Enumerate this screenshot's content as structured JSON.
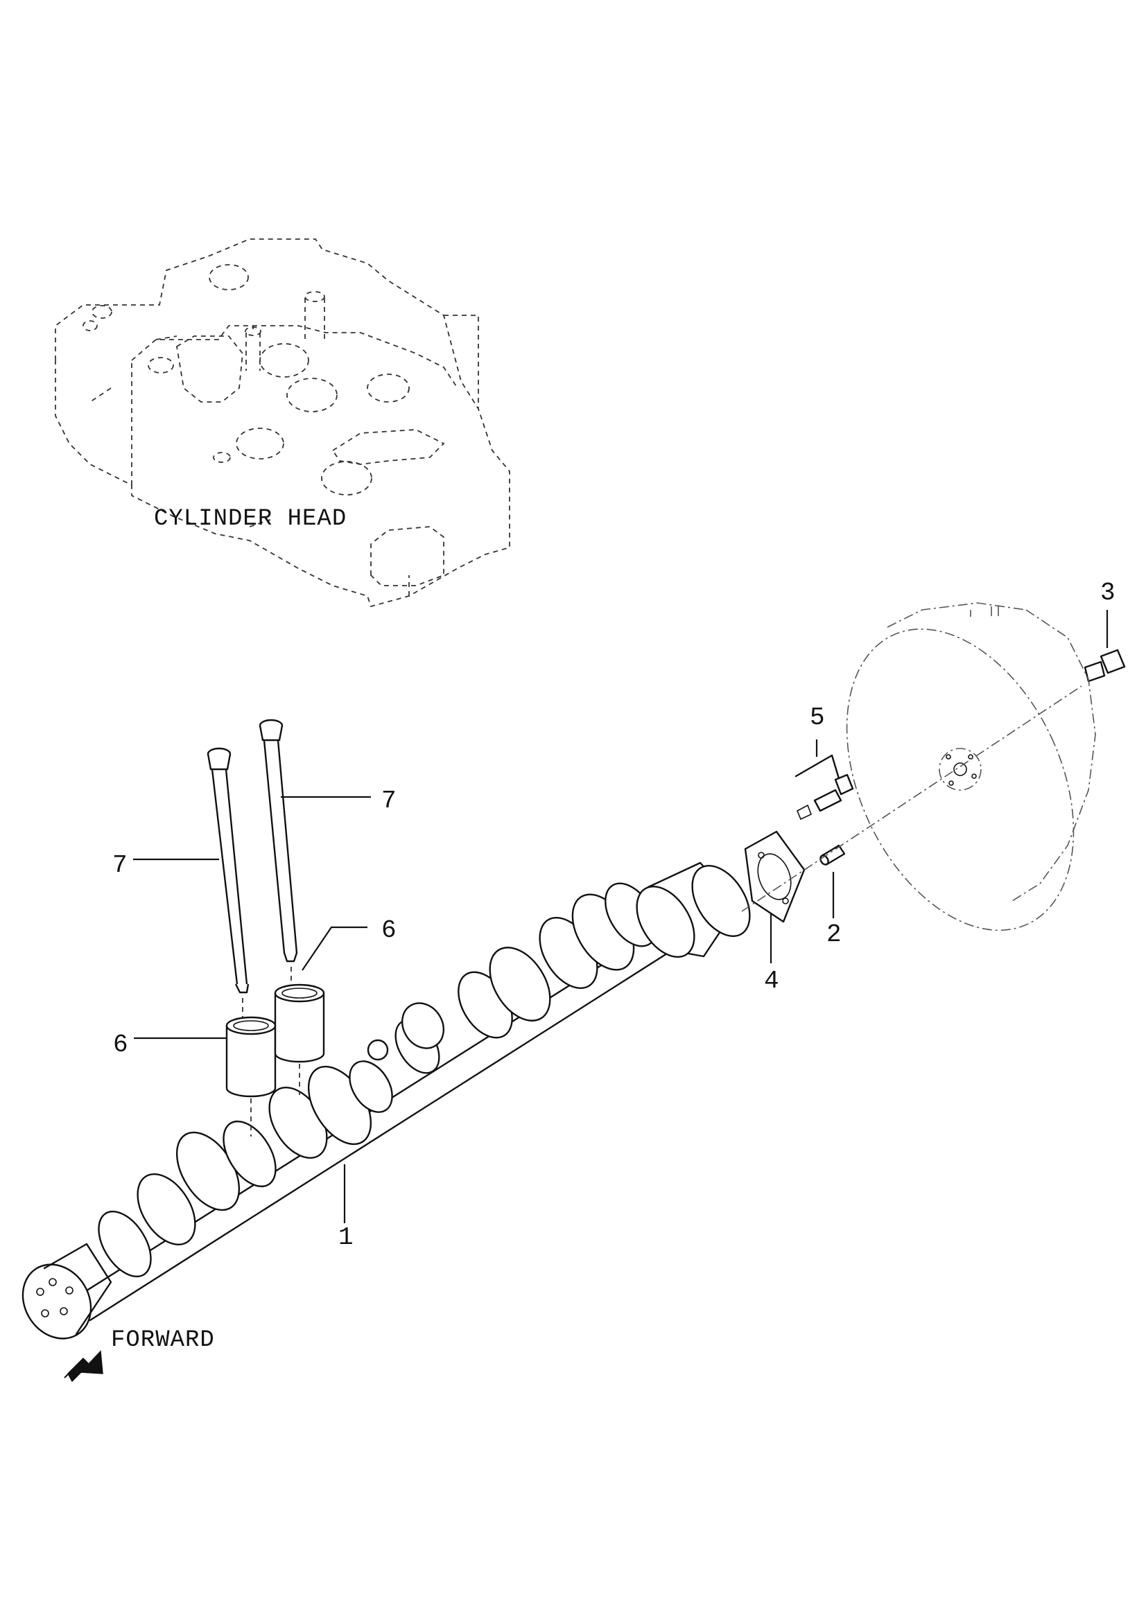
{
  "captions": {
    "cylinder_head": "CYLINDER HEAD",
    "forward": "FORWARD"
  },
  "callouts": {
    "camshaft": "1",
    "pin": "2",
    "bolt": "3",
    "gasket": "4",
    "bolt_kit": "5",
    "tappet_left": "6",
    "tappet_right": "6",
    "push_rod_left": "7",
    "push_rod_right": "7"
  }
}
